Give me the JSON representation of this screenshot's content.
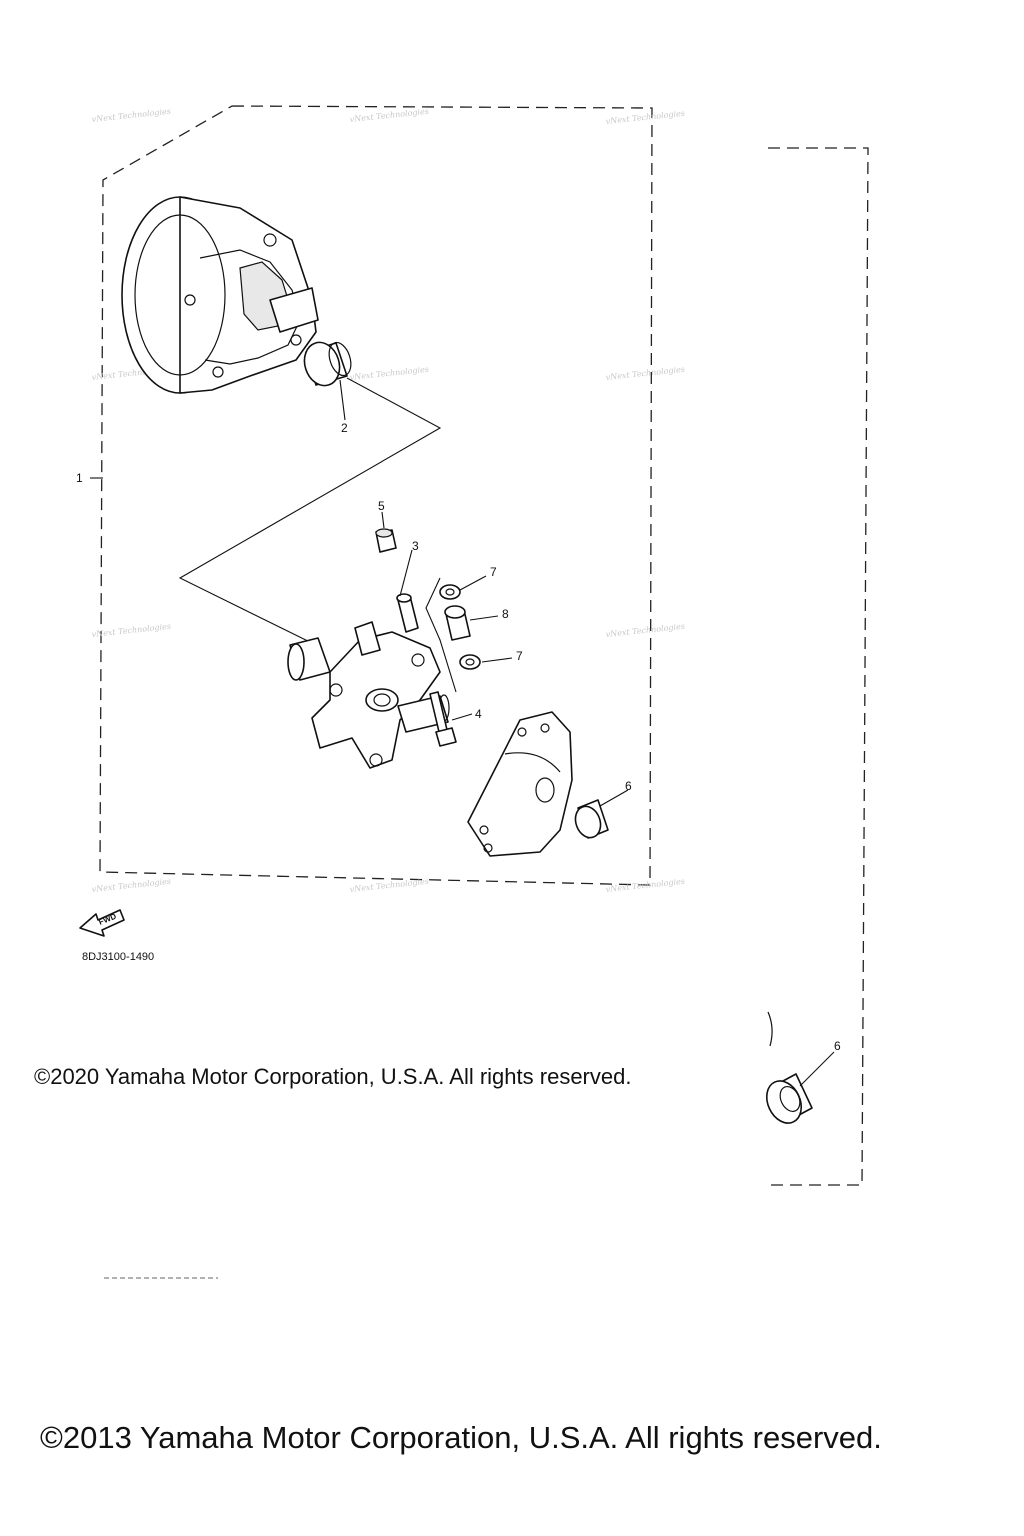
{
  "diagram": {
    "callouts": [
      "1",
      "2",
      "3",
      "4",
      "5",
      "6",
      "7",
      "8",
      "7",
      "6"
    ],
    "watermark": "vNext Technologies",
    "direction_label": "FWD",
    "part_code": "8DJ3100-1490"
  },
  "copyright_2020": "©2020 Yamaha Motor Corporation, U.S.A. All rights reserved.",
  "copyright_2013": "©2013 Yamaha Motor Corporation, U.S.A. All rights reserved.",
  "colors": {
    "line": "#111111",
    "frame": "#222222",
    "watermark": "#c8c8c8"
  }
}
